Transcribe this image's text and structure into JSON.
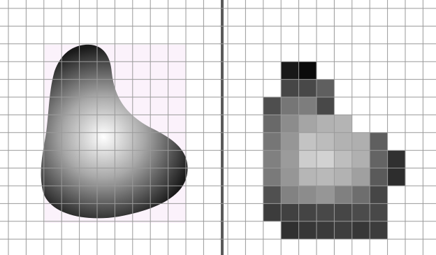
{
  "figure": {
    "panels": [
      {
        "id": "continuous",
        "kind": "continuous-image"
      },
      {
        "id": "sampled",
        "kind": "sampled-quantized-image"
      }
    ],
    "grid": {
      "columns": 12,
      "rows": 14
    },
    "colors": {
      "background": "#ffffff",
      "grid_line": "#9a9a9a",
      "panel_divider": "#5a5a5a",
      "tint": "#fbf2fb",
      "highlight": "#ffffff",
      "shadow": "#151515"
    },
    "pixel_levels": [
      [
        null,
        null,
        null,
        null,
        null,
        null,
        null,
        null,
        null,
        null,
        null,
        null,
        null,
        null
      ],
      [
        null,
        null,
        null,
        null,
        null,
        null,
        null,
        null,
        null,
        null,
        null,
        null,
        null,
        null
      ],
      [
        null,
        null,
        null,
        null,
        null,
        null,
        null,
        null,
        null,
        null,
        null,
        null,
        null,
        null
      ],
      [
        null,
        null,
        null,
        24,
        10,
        null,
        null,
        null,
        null,
        null,
        null,
        null,
        null,
        null
      ],
      [
        null,
        null,
        null,
        70,
        72,
        95,
        null,
        null,
        null,
        null,
        null,
        null,
        null,
        null
      ],
      [
        null,
        null,
        78,
        118,
        125,
        72,
        null,
        null,
        null,
        null,
        null,
        null,
        null,
        null
      ],
      [
        null,
        null,
        105,
        140,
        165,
        178,
        180,
        null,
        null,
        null,
        null,
        null,
        null,
        null
      ],
      [
        null,
        null,
        118,
        150,
        195,
        188,
        178,
        175,
        95,
        null,
        null,
        null,
        null,
        null
      ],
      [
        null,
        null,
        128,
        155,
        205,
        210,
        190,
        176,
        100,
        48,
        null,
        null,
        null,
        null
      ],
      [
        null,
        null,
        122,
        150,
        182,
        185,
        178,
        160,
        90,
        45,
        null,
        null,
        null,
        null
      ],
      [
        null,
        null,
        80,
        130,
        140,
        150,
        128,
        110,
        70,
        null,
        null,
        null,
        null,
        null
      ],
      [
        null,
        null,
        60,
        65,
        68,
        72,
        70,
        75,
        72,
        null,
        null,
        null,
        null,
        null
      ],
      [
        null,
        null,
        null,
        48,
        55,
        58,
        62,
        55,
        60,
        null,
        null,
        null,
        null,
        null
      ],
      [
        null,
        null,
        null,
        null,
        null,
        null,
        null,
        null,
        null,
        null,
        null,
        null,
        null,
        null
      ]
    ]
  }
}
